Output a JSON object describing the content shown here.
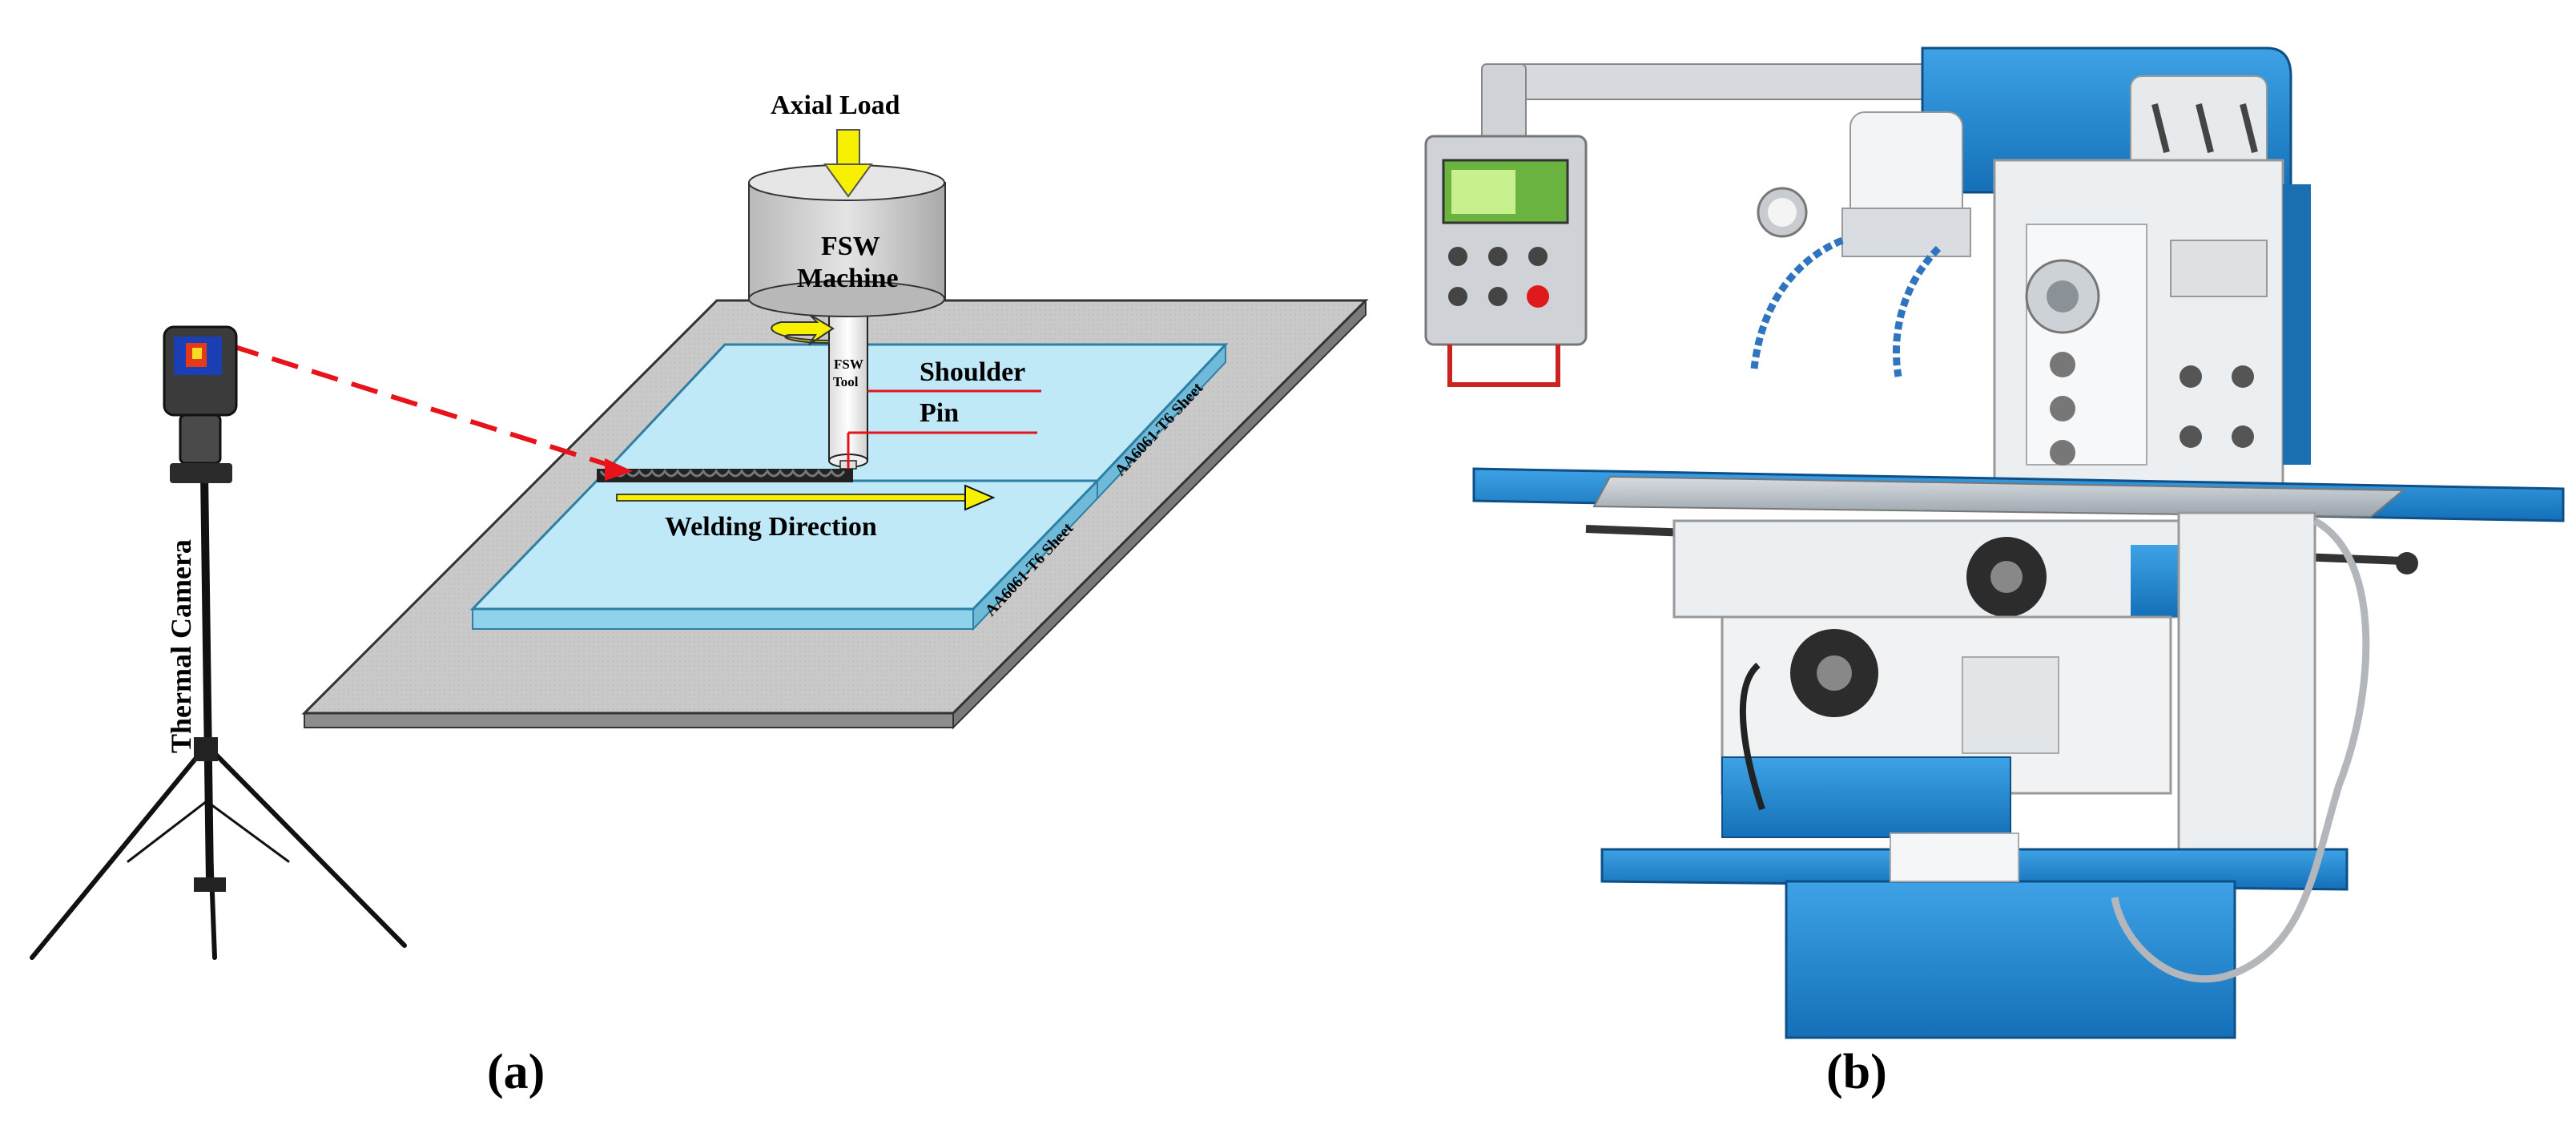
{
  "figure": {
    "panel_a": {
      "caption": "(a)",
      "axial_load_label": "Axial Load",
      "machine_label_line1": "FSW",
      "machine_label_line2": "Machine",
      "tool_label_line1": "FSW",
      "tool_label_line2": "Tool",
      "shoulder_label": "Shoulder",
      "pin_label": "Pin",
      "welding_direction_label": "Welding Direction",
      "sheet_front_label": "AA6061-T6 Sheet",
      "sheet_right_label": "AA6061-T6 Sheet",
      "camera_label": "Thermal Camera"
    },
    "panel_b": {
      "caption": "(b)"
    },
    "colors": {
      "sheet_fill": "#bfe9f7",
      "sheet_edge": "#4fb3d6",
      "plate_fill": "#c8c8c8",
      "machine_head": "#cfcfcf",
      "arrow_yellow": "#f7f000",
      "laser_red": "#e8121a",
      "machine_blue": "#1c86d1",
      "machine_white": "#eef0f2"
    }
  }
}
